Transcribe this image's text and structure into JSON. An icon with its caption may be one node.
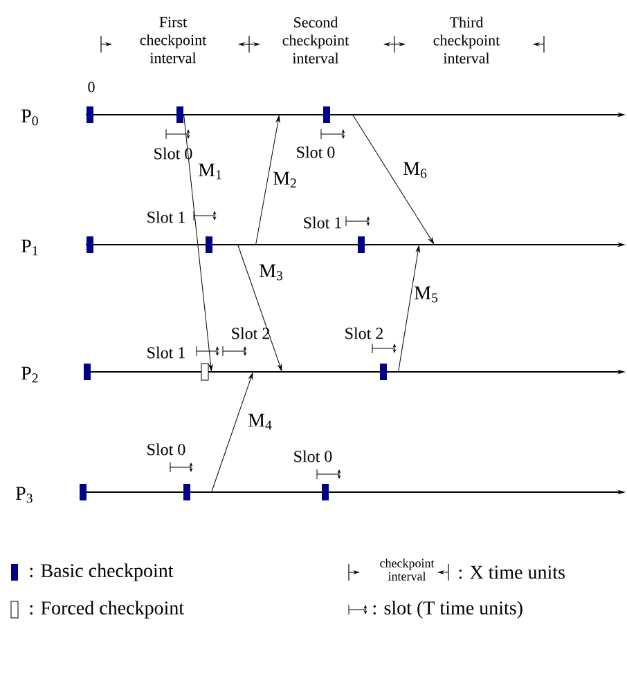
{
  "diagram": {
    "nodes": [
      {
        "text": [
          "P$_{0}$"
        ]
      },
      {
        "text": [
          "P$_{1}$"
        ]
      },
      {
        "text": [
          "P$_{2}$"
        ]
      },
      {
        "text": [
          "P$_{3}$"
        ]
      }
    ],
    "edges": [
      {
        "from": 0,
        "to": 2,
        "arrow": "to",
        "label": "M$_{1}$"
      },
      {
        "from": 1,
        "to": 0,
        "arrow": "to",
        "label": "M$_{2}$"
      },
      {
        "from": 1,
        "to": 2,
        "arrow": "to",
        "label": "M$_{3}$"
      },
      {
        "from": 3,
        "to": 2,
        "arrow": "to",
        "label": "M$_{4}$"
      },
      {
        "from": 2,
        "to": 1,
        "arrow": "to",
        "label": "M$_{5}$"
      },
      {
        "from": 0,
        "to": 1,
        "arrow": "to",
        "label": "M$_{6}$"
      }
    ],
    "labels": [
      "First checkpoint interval",
      "Second checkpoint interval",
      "Third checkpoint interval",
      "0",
      "Slot 0",
      "Slot 0",
      "Slot 1",
      "Slot 1",
      "Slot 2",
      "Slot 2",
      "Slot 1",
      "Slot 0",
      "Slot 0",
      "checkpoint interval"
    ],
    "legend": [
      {
        "text": ": Basic checkpoint",
        "color": "#00008b"
      },
      {
        "text": ": Forced checkpoint"
      },
      {
        "text": ": X time units"
      },
      {
        "text": ": slot (T time units)"
      }
    ]
  }
}
